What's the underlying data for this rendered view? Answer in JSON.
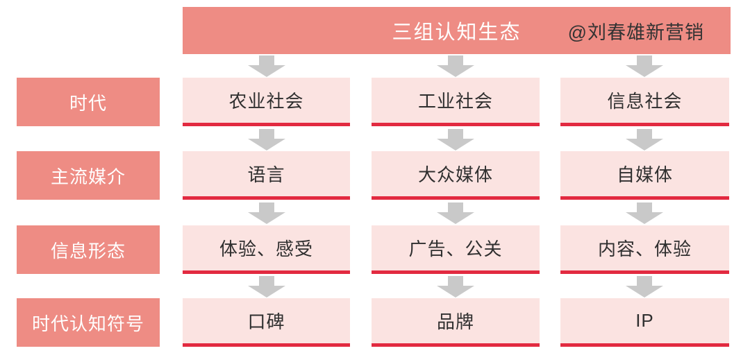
{
  "header": {
    "title": "三组认知生态",
    "credit": "@刘春雄新营销"
  },
  "rows": [
    {
      "label": "时代",
      "cells": [
        "农业社会",
        "工业社会",
        "信息社会"
      ]
    },
    {
      "label": "主流媒介",
      "cells": [
        "语言",
        "大众媒体",
        "自媒体"
      ]
    },
    {
      "label": "信息形态",
      "cells": [
        "体验、感受",
        "广告、公关",
        "内容、体验"
      ]
    },
    {
      "label": "时代认知符号",
      "cells": [
        "口碑",
        "品牌",
        "IP"
      ]
    }
  ],
  "icons": {
    "down_arrow": "down-arrow-icon"
  },
  "colors": {
    "salmon": "#EE8C84",
    "cell_pink": "#FBE3E1",
    "underline_red": "#E22A40",
    "arrow_gray": "#C9C9C9",
    "title_text": "#FFFFFF",
    "credit_text": "#333333",
    "cell_text": "#2F2F2F",
    "background": "#FFFFFF"
  }
}
